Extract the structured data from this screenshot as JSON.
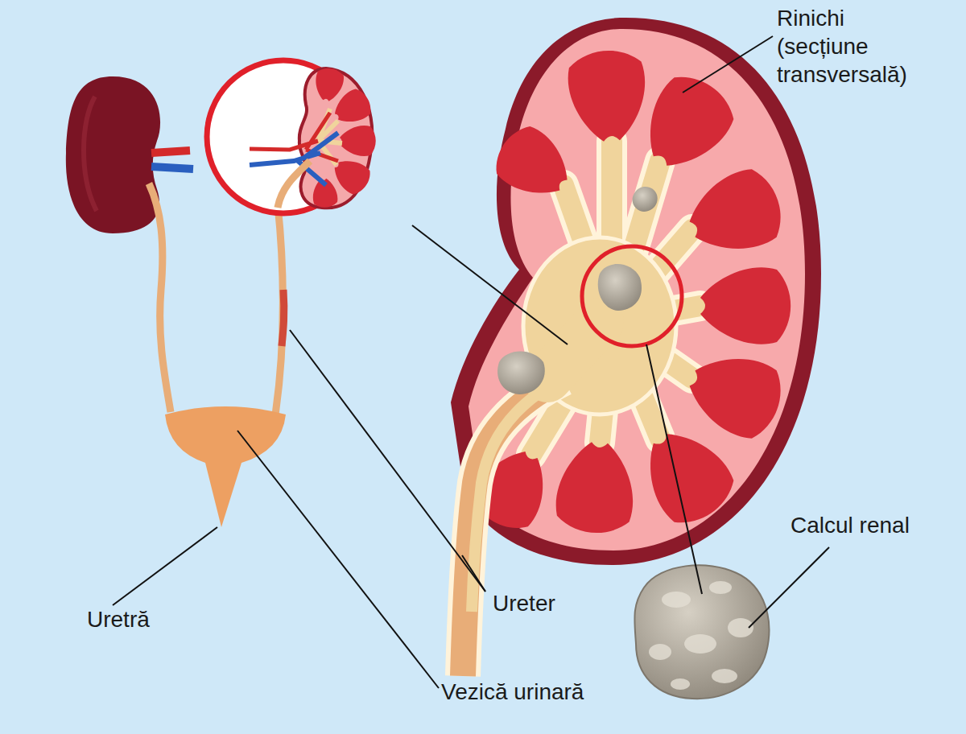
{
  "diagram": {
    "labels": [
      "Rinichi (secțiune transversală)",
      "Calcul renal",
      "Uretră",
      "Ureter",
      "Vezică urinară"
    ]
  }
}
